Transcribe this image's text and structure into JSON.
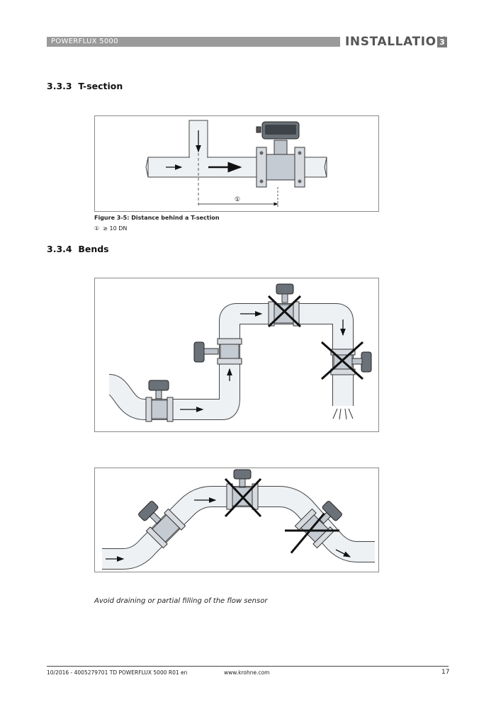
{
  "header": {
    "product": "POWERFLUX 5000",
    "section": "INSTALLATION",
    "section_number": "3"
  },
  "sections": [
    {
      "number": "3.3.3",
      "title": "T-section"
    },
    {
      "number": "3.3.4",
      "title": "Bends"
    }
  ],
  "figure_tsection": {
    "caption": "Figure 3-5: Distance behind a T-section",
    "marker": "①",
    "legend_marker": "①",
    "legend_text": "≥ 10 DN"
  },
  "note": "Avoid draining or partial filling of the flow sensor",
  "footer": {
    "doc": "10/2016 - 4005279701 TD POWERFLUX 5000 R01 en",
    "website": "www.krohne.com",
    "page": "17"
  }
}
